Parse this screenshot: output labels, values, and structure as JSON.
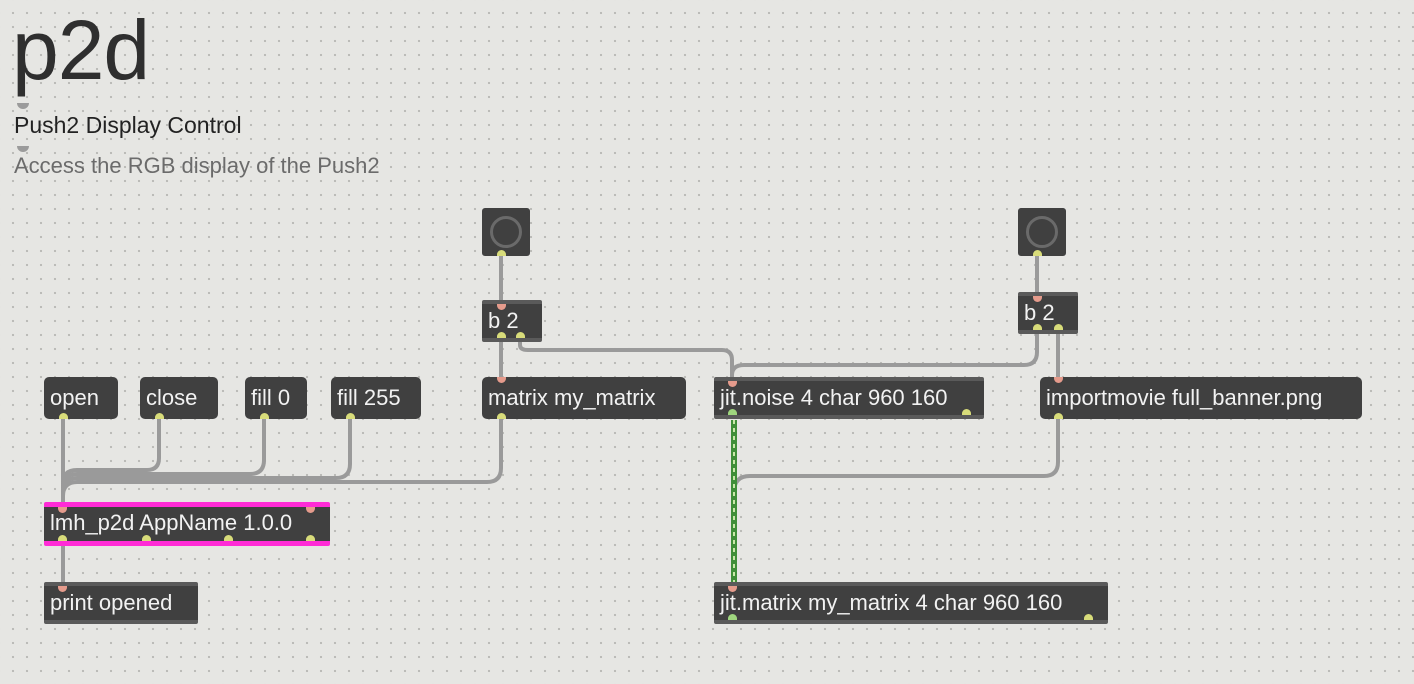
{
  "header": {
    "title": "p2d",
    "subtitle": "Push2 Display Control",
    "description": "Access the RGB display of the Push2"
  },
  "messages": {
    "open": "open",
    "close": "close",
    "fill0": "fill 0",
    "fill255": "fill 255",
    "matrix": "matrix my_matrix",
    "importmovie": "importmovie full_banner.png"
  },
  "objects": {
    "trigger_left": "b 2",
    "trigger_right": "b 2",
    "noise": "jit.noise 4 char 960 160",
    "p2d": "lmh_p2d AppName 1.0.0",
    "print": "print opened",
    "jitmatrix": "jit.matrix my_matrix 4 char 960 160"
  },
  "icons": {
    "bang_left": "bang-button-icon",
    "bang_right": "bang-button-icon"
  },
  "colors": {
    "background": "#e6e6e3",
    "object_fill": "#404040",
    "object_text": "#f2f2f2",
    "patch_cord": "#9a9a9a",
    "matrix_cord": "#4a9a3a",
    "highlight_border": "#ff2bd6"
  }
}
